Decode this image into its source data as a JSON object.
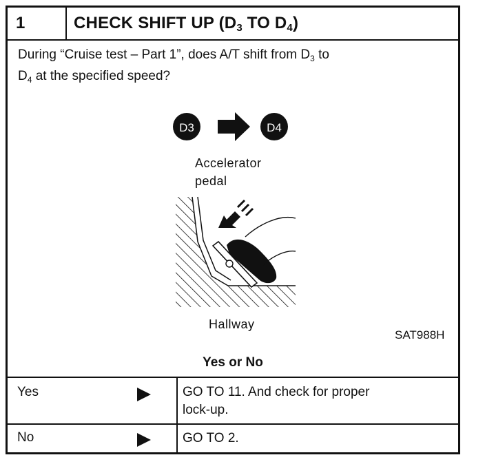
{
  "header": {
    "step_number": "1",
    "title_main": "CHECK SHIFT UP (D",
    "title_sub1": "3",
    "title_mid": " TO D",
    "title_sub2": "4",
    "title_end": ")"
  },
  "question": {
    "part1": "During “Cruise test – Part 1”, does A/T shift from D",
    "sub1": "3",
    "part2": " to",
    "part3": "D",
    "sub2": "4",
    "part4": " at the specified speed?"
  },
  "figure": {
    "badge_from": "D3",
    "badge_to": "D4",
    "label_line1": "Accelerator",
    "label_line2": "pedal",
    "caption": "Hallway",
    "code": "SAT988H"
  },
  "answer_heading": "Yes or No",
  "rows": [
    {
      "answer": "Yes",
      "action_line1": "GO TO 11.    And check for proper",
      "action_line2": "lock-up."
    },
    {
      "answer": "No",
      "action_line1": "GO TO 2."
    }
  ]
}
